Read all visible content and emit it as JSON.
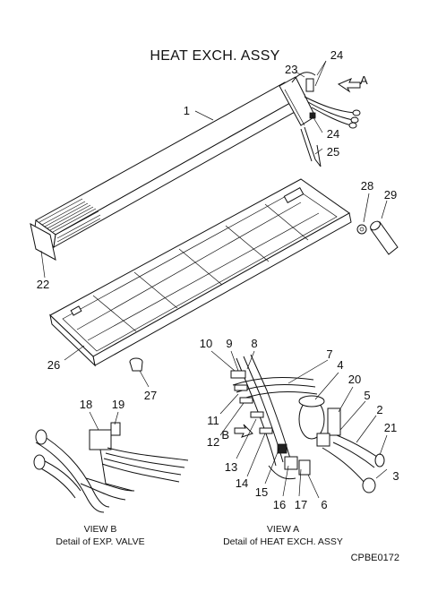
{
  "title": "HEAT EXCH. ASSY",
  "drawing_code": "CPBE0172",
  "view_b": {
    "title": "VIEW B",
    "subtitle": "Detail of EXP. VALVE"
  },
  "view_a": {
    "title": "VIEW A",
    "subtitle": "Detail of HEAT EXCH. ASSY"
  },
  "arrows": {
    "a": "A",
    "b": "B"
  },
  "callouts": {
    "c1": "1",
    "c2": "2",
    "c3": "3",
    "c4": "4",
    "c5": "5",
    "c6": "6",
    "c7": "7",
    "c8": "8",
    "c9": "9",
    "c10": "10",
    "c11": "11",
    "c12": "12",
    "c13": "13",
    "c14": "14",
    "c15": "15",
    "c16": "16",
    "c17": "17",
    "c18": "18",
    "c19": "19",
    "c20": "20",
    "c21": "21",
    "c22": "22",
    "c23": "23",
    "c24a": "24",
    "c24b": "24",
    "c25": "25",
    "c26": "26",
    "c27": "27",
    "c28": "28",
    "c29": "29"
  }
}
